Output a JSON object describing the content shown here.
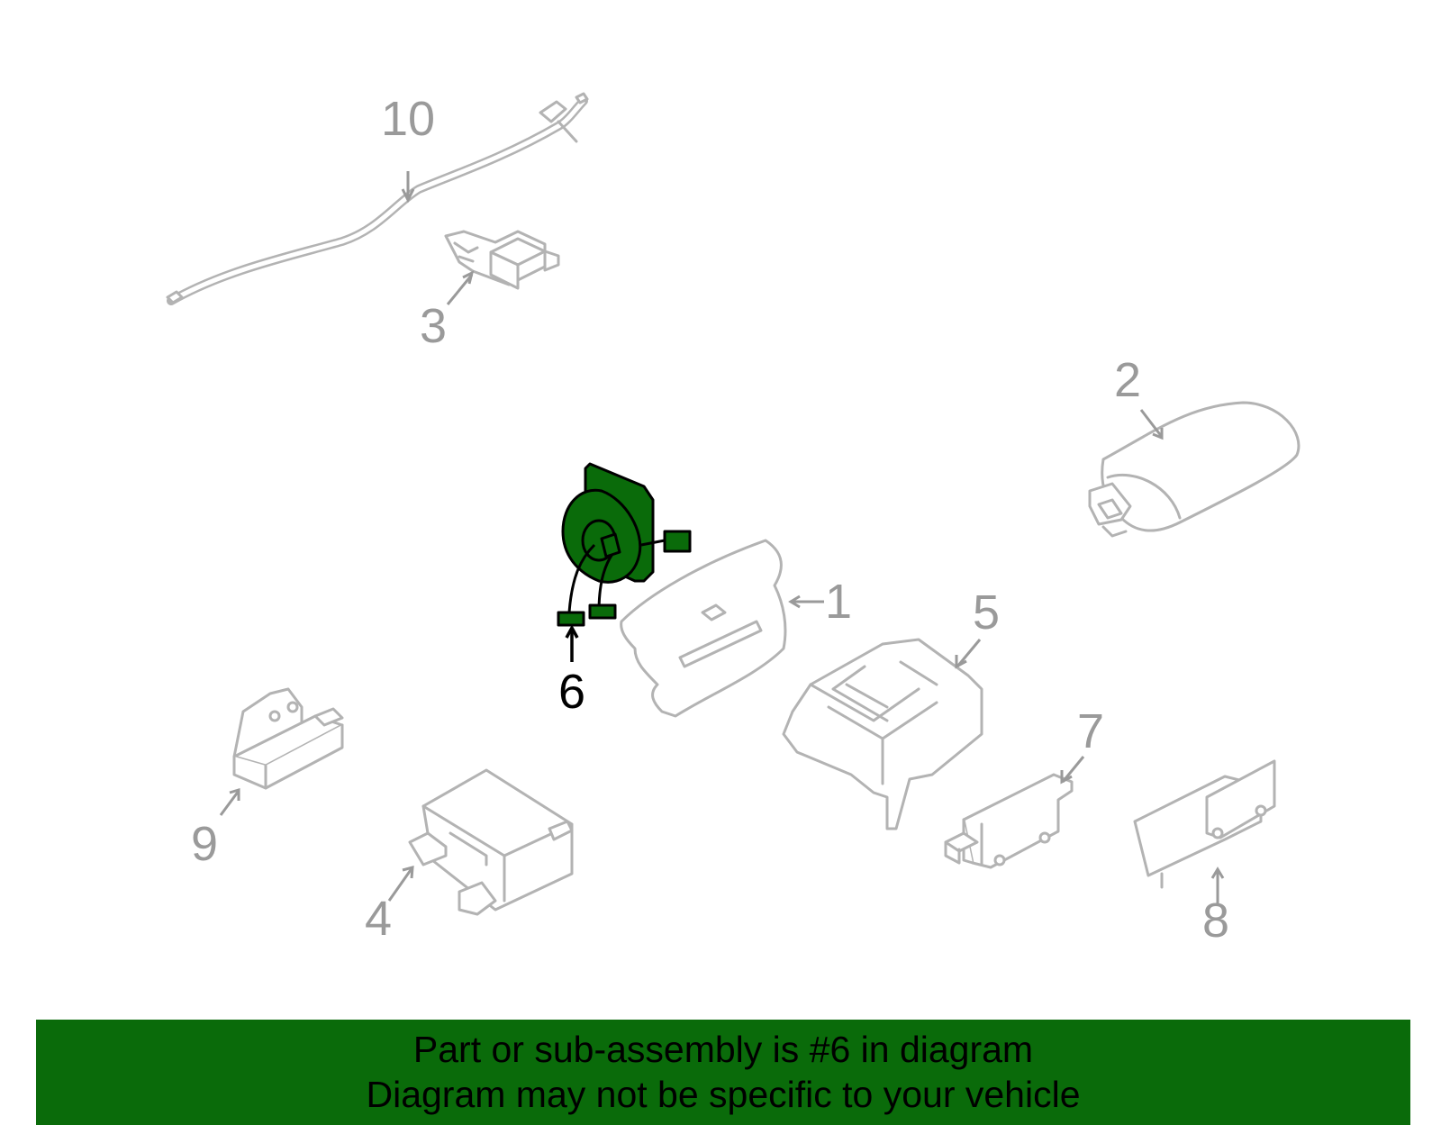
{
  "diagram": {
    "callouts": [
      {
        "id": "1",
        "label": "1",
        "active": false
      },
      {
        "id": "2",
        "label": "2",
        "active": false
      },
      {
        "id": "3",
        "label": "3",
        "active": false
      },
      {
        "id": "4",
        "label": "4",
        "active": false
      },
      {
        "id": "5",
        "label": "5",
        "active": false
      },
      {
        "id": "6",
        "label": "6",
        "active": true
      },
      {
        "id": "7",
        "label": "7",
        "active": false
      },
      {
        "id": "8",
        "label": "8",
        "active": false
      },
      {
        "id": "9",
        "label": "9",
        "active": false
      },
      {
        "id": "10",
        "label": "10",
        "active": false
      }
    ],
    "highlight_color": "#0a6b0a",
    "part_color": "#b3b3b3",
    "label_color": "#9a9a9a"
  },
  "banner": {
    "line1": "Part or sub-assembly is #6 in diagram",
    "line2": "Diagram may not be specific to your vehicle",
    "background": "#0a6b0a"
  }
}
